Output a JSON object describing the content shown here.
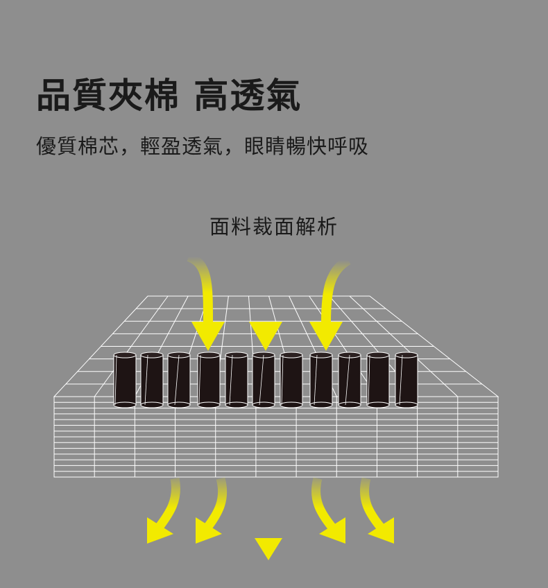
{
  "header": {
    "headline": "品質夾棉 高透氣",
    "subline": "優質棉芯，輕盈透氣，眼睛暢快呼吸"
  },
  "diagram": {
    "caption": "面料裁面解析",
    "colors": {
      "background": "#8e8e8e",
      "grid": "#ffffff",
      "fiber": "#1e1414",
      "arrow": "#f2ea00"
    }
  }
}
